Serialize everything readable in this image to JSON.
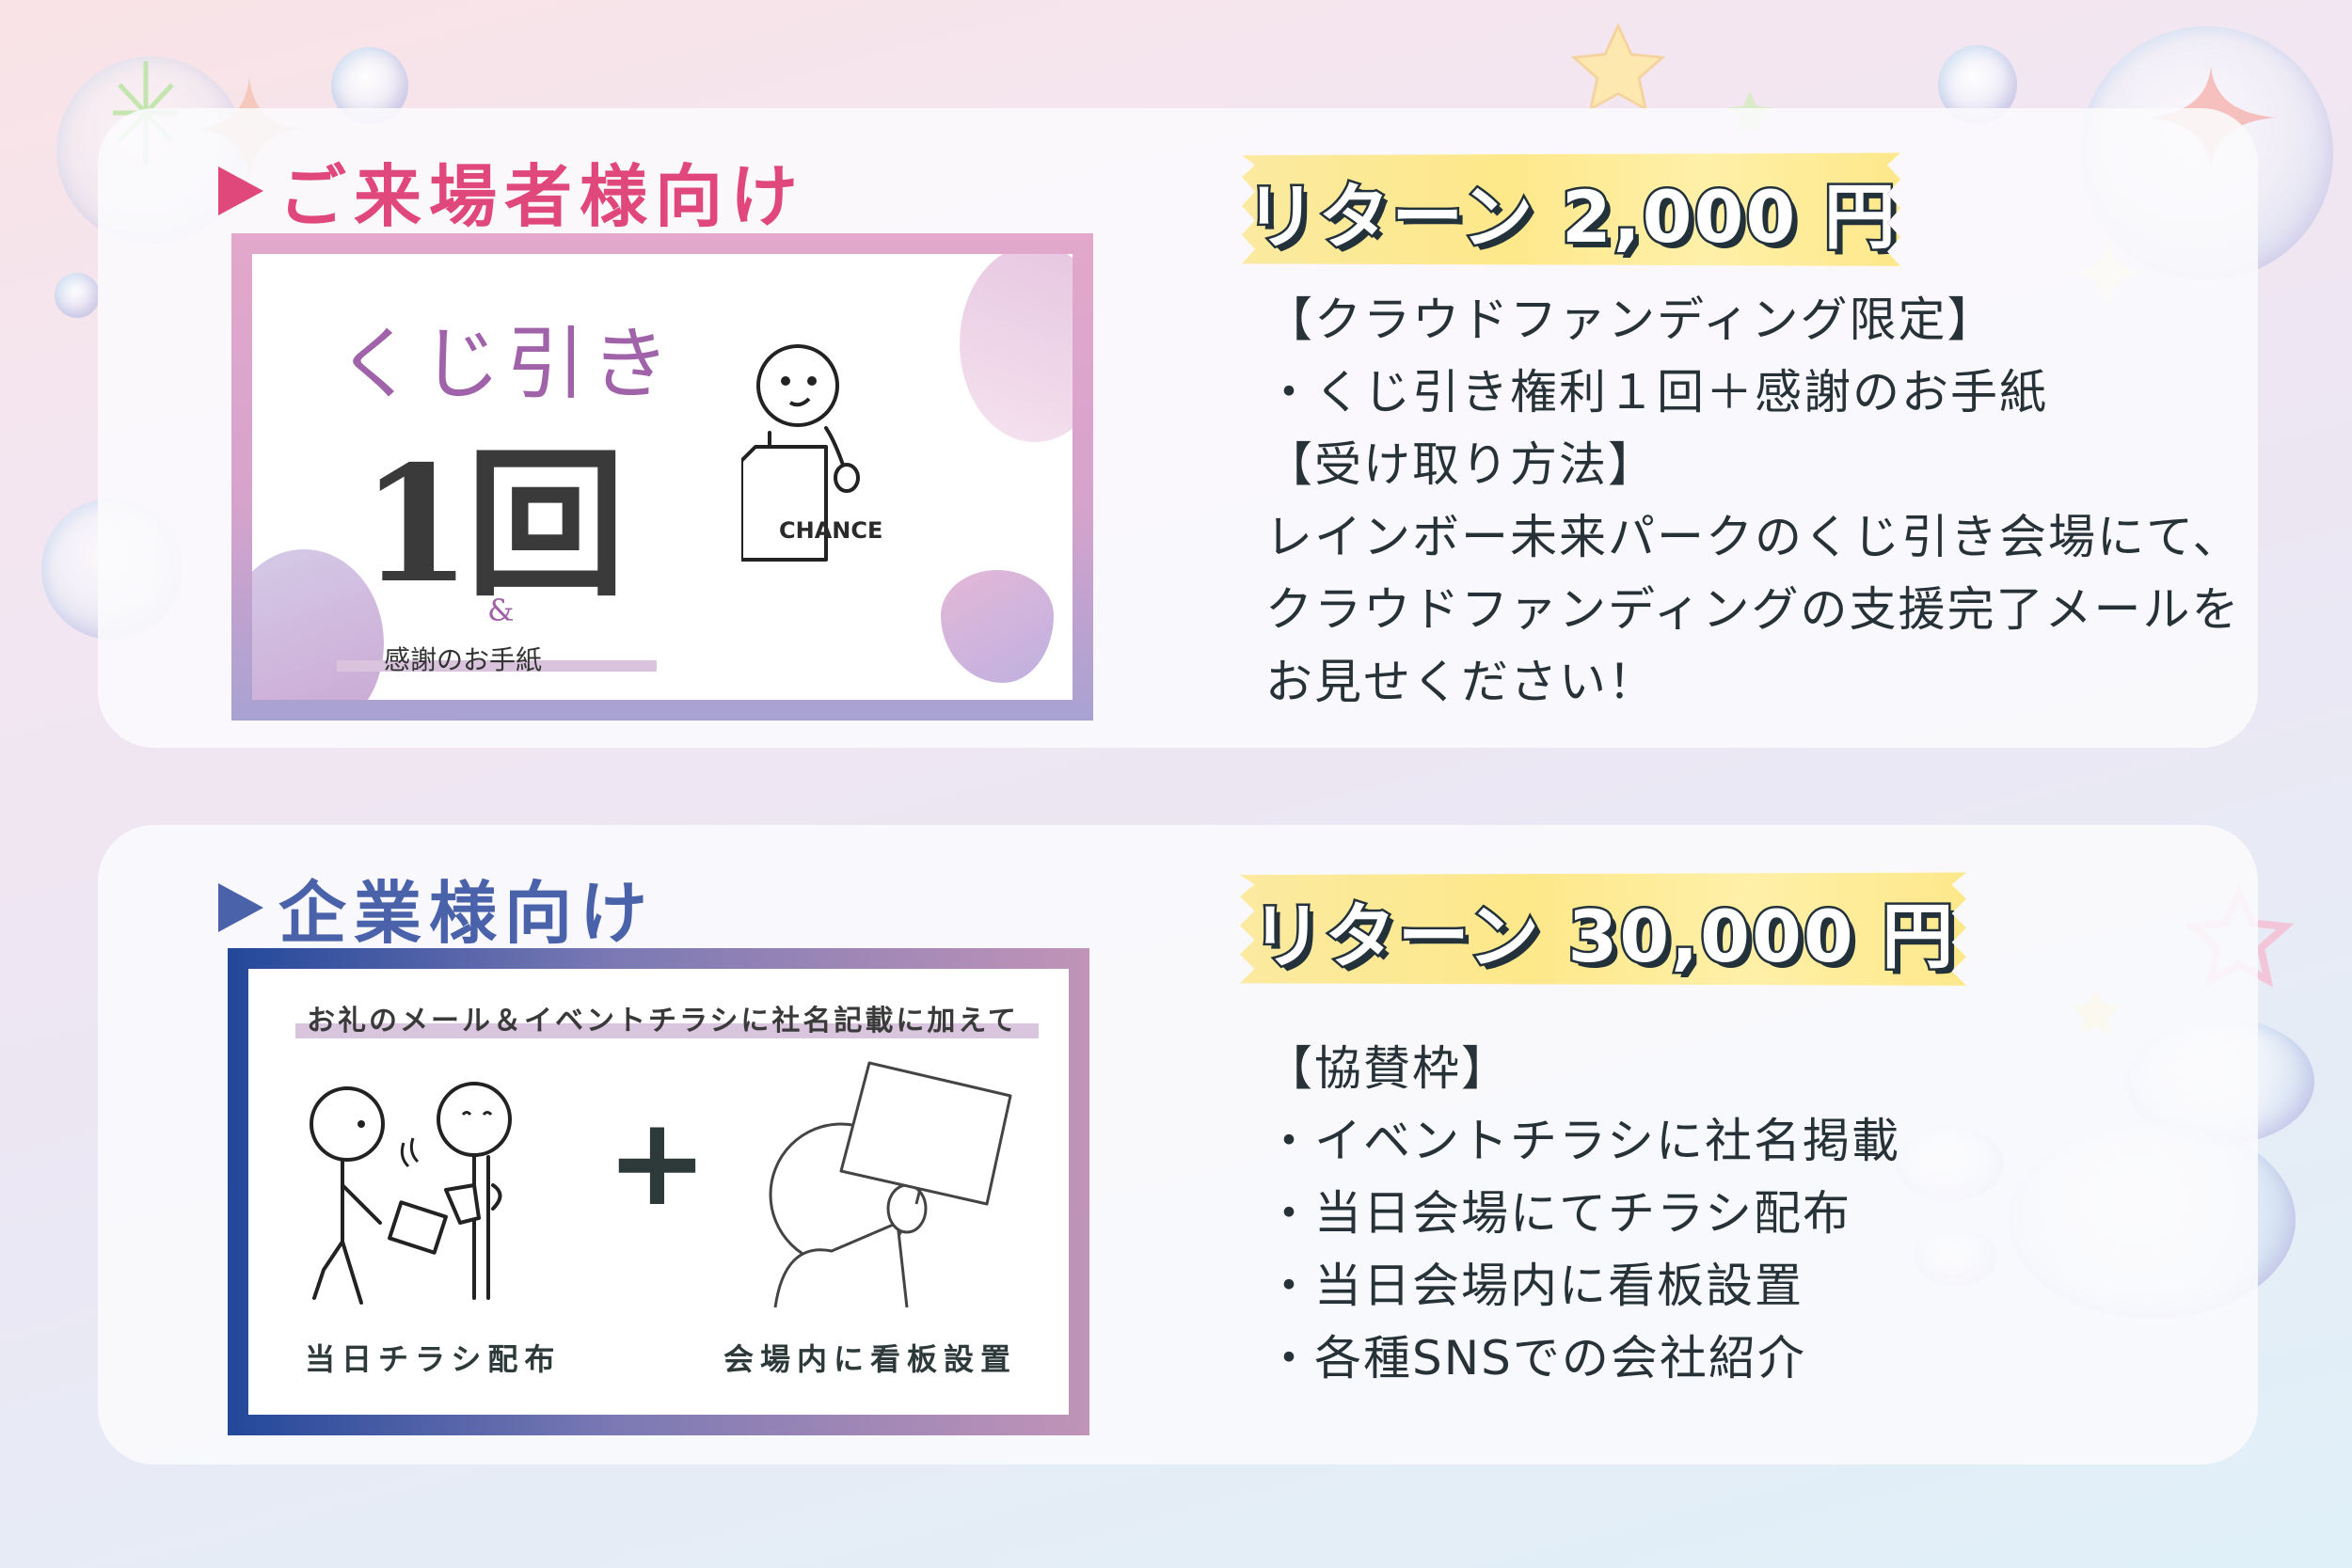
{
  "sections": [
    {
      "heading": "ご来場者様向け",
      "accent_color": "#e0477a",
      "image": {
        "title": "くじ引き",
        "count": "1回",
        "ampersand": "&",
        "subtitle": "感謝のお手紙",
        "box_label": "CHANCE"
      },
      "return_title": "リターン 2,000 円",
      "description": [
        "【クラウドファンディング限定】",
        "・くじ引き権利１回＋感謝のお手紙",
        "【受け取り方法】",
        "レインボー未来パークのくじ引き会場にて、",
        "クラウドファンディングの支援完了メールを",
        "お見せください！"
      ]
    },
    {
      "heading": "企業様向け",
      "accent_color": "#4a62aa",
      "image": {
        "caption": "お礼のメール＆イベントチラシに社名記載に加えて",
        "left_label": "当日チラシ配布",
        "plus": "+",
        "right_label": "会場内に看板設置"
      },
      "return_title": "リターン 30,000 円",
      "description": [
        "【協賛枠】",
        "・イベントチラシに社名掲載",
        "・当日会場にてチラシ配布",
        "・当日会場内に看板設置",
        "・各種SNSでの会社紹介"
      ]
    }
  ]
}
